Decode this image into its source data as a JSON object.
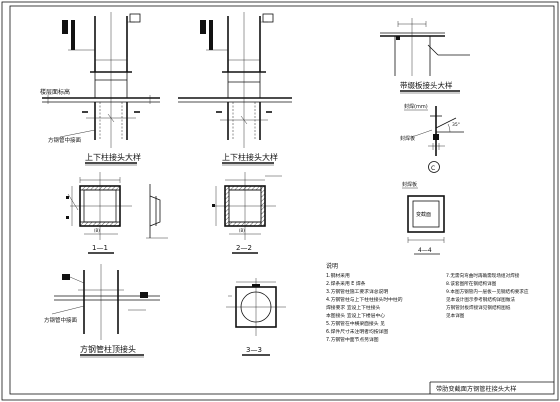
{
  "detail_a": {
    "callout": "楼层面标高",
    "caption": "上下柱接头大样",
    "label": "方钢管中接面"
  },
  "detail_b": {
    "caption": "上下柱接头大样"
  },
  "detail_c": {
    "caption": "带缀板接头大样",
    "tag": "C",
    "label_top": "封焊(mm)",
    "label_bottom": "封焊板"
  },
  "detail_d": {
    "caption": "方钢管柱顶接头",
    "label": "方钢管中接面"
  },
  "sections": {
    "s1": "1—1",
    "s2": "2—2",
    "s3": "3—3",
    "s4": "4—4",
    "s4_box": "变截面"
  },
  "notes": {
    "title": "说明",
    "left": [
      "1.钢材采用",
      "2.焊条采用        E  焊条",
      "3.方钢管柱施工要求详总说明",
      "4.方钢管柱与上下柱柱接头时中柱的",
      "  焊接要求   宜设上下柱接头",
      "  本图接头 宜设上下楼层中心",
      "5.方钢管在中横梁面接头  见",
      "6.焊件尺寸未注明者均按详图",
      "7.方钢管中面节点另详图"
    ],
    "right": [
      "7.无需向弯曲时再确需现场组对焊接",
      "8.该套图所在钢结构详图",
      "9.本图方钢管内一层板一见钢结构要求应",
      "  见本设计图示参考钢结构详图做法",
      "  方钢管封板焊接详见钢结构图纸",
      "  见本详图"
    ]
  },
  "title_block": {
    "title": "带肋变截面方钢管柱接头大样"
  },
  "icons": {
    "weld": "weld-symbol-icon",
    "section": "section-cut-icon",
    "north": "circle-tag-icon"
  }
}
